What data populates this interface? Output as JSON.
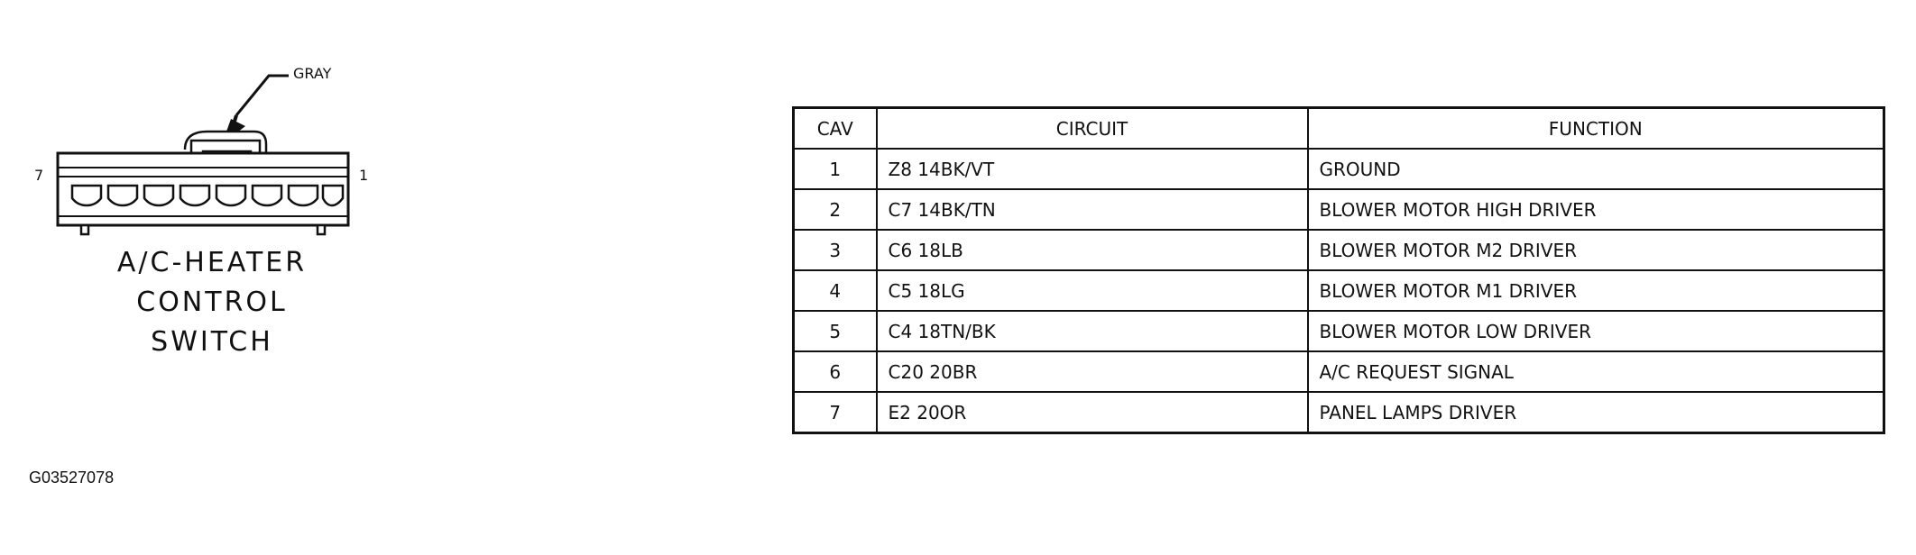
{
  "connector": {
    "wire_color_label": "GRAY",
    "pin_left": "7",
    "pin_right": "1",
    "title_lines": [
      "A/C-HEATER",
      "CONTROL",
      "SWITCH"
    ]
  },
  "table": {
    "headers": [
      "CAV",
      "CIRCUIT",
      "FUNCTION"
    ],
    "rows": [
      {
        "cav": "1",
        "circuit": "Z8 14BK/VT",
        "function": "GROUND"
      },
      {
        "cav": "2",
        "circuit": "C7 14BK/TN",
        "function": "BLOWER MOTOR HIGH DRIVER"
      },
      {
        "cav": "3",
        "circuit": "C6 18LB",
        "function": "BLOWER MOTOR M2 DRIVER"
      },
      {
        "cav": "4",
        "circuit": "C5 18LG",
        "function": "BLOWER MOTOR M1 DRIVER"
      },
      {
        "cav": "5",
        "circuit": "C4 18TN/BK",
        "function": "BLOWER MOTOR LOW DRIVER"
      },
      {
        "cav": "6",
        "circuit": "C20 20BR",
        "function": "A/C REQUEST SIGNAL"
      },
      {
        "cav": "7",
        "circuit": "E2 20OR",
        "function": "PANEL LAMPS DRIVER"
      }
    ]
  },
  "figure_id": "G03527078"
}
